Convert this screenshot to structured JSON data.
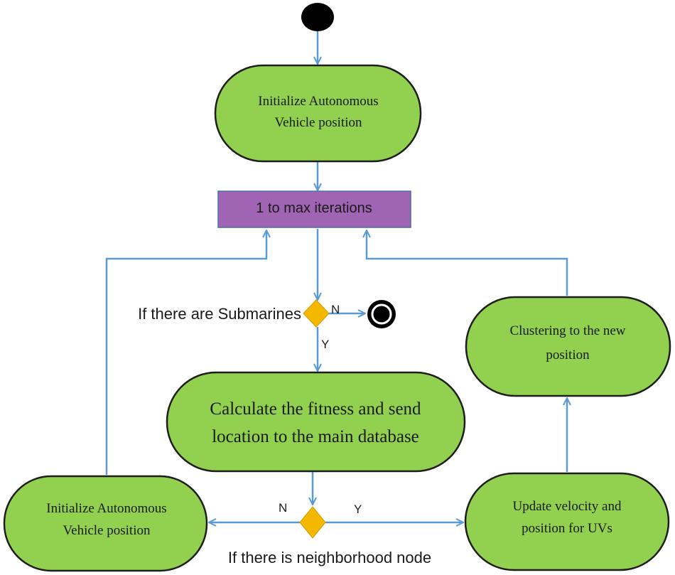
{
  "nodes": {
    "init_top": {
      "lines": [
        "Initialize Autonomous",
        "Vehicle position"
      ]
    },
    "loop": {
      "label": "1 to max iterations"
    },
    "calc": {
      "lines": [
        "Calculate the fitness and send",
        "location to the main database"
      ]
    },
    "init_bottom": {
      "lines": [
        "Initialize Autonomous",
        "Vehicle position"
      ]
    },
    "update": {
      "lines": [
        "Update velocity and",
        "position for UVs"
      ]
    },
    "cluster": {
      "lines": [
        "Clustering to the new",
        "position"
      ]
    }
  },
  "decisions": {
    "submarines": {
      "label": "If there are Submarines",
      "no": "N",
      "yes": "Y"
    },
    "neighborhood": {
      "label": "If there is neighborhood node",
      "no": "N",
      "yes": "Y"
    }
  },
  "colors": {
    "activity_fill": "#92d050",
    "loop_fill": "#a064b4",
    "decision_fill": "#f5b800",
    "edge": "#5b9bd5",
    "outline": "#1e1e1e"
  }
}
